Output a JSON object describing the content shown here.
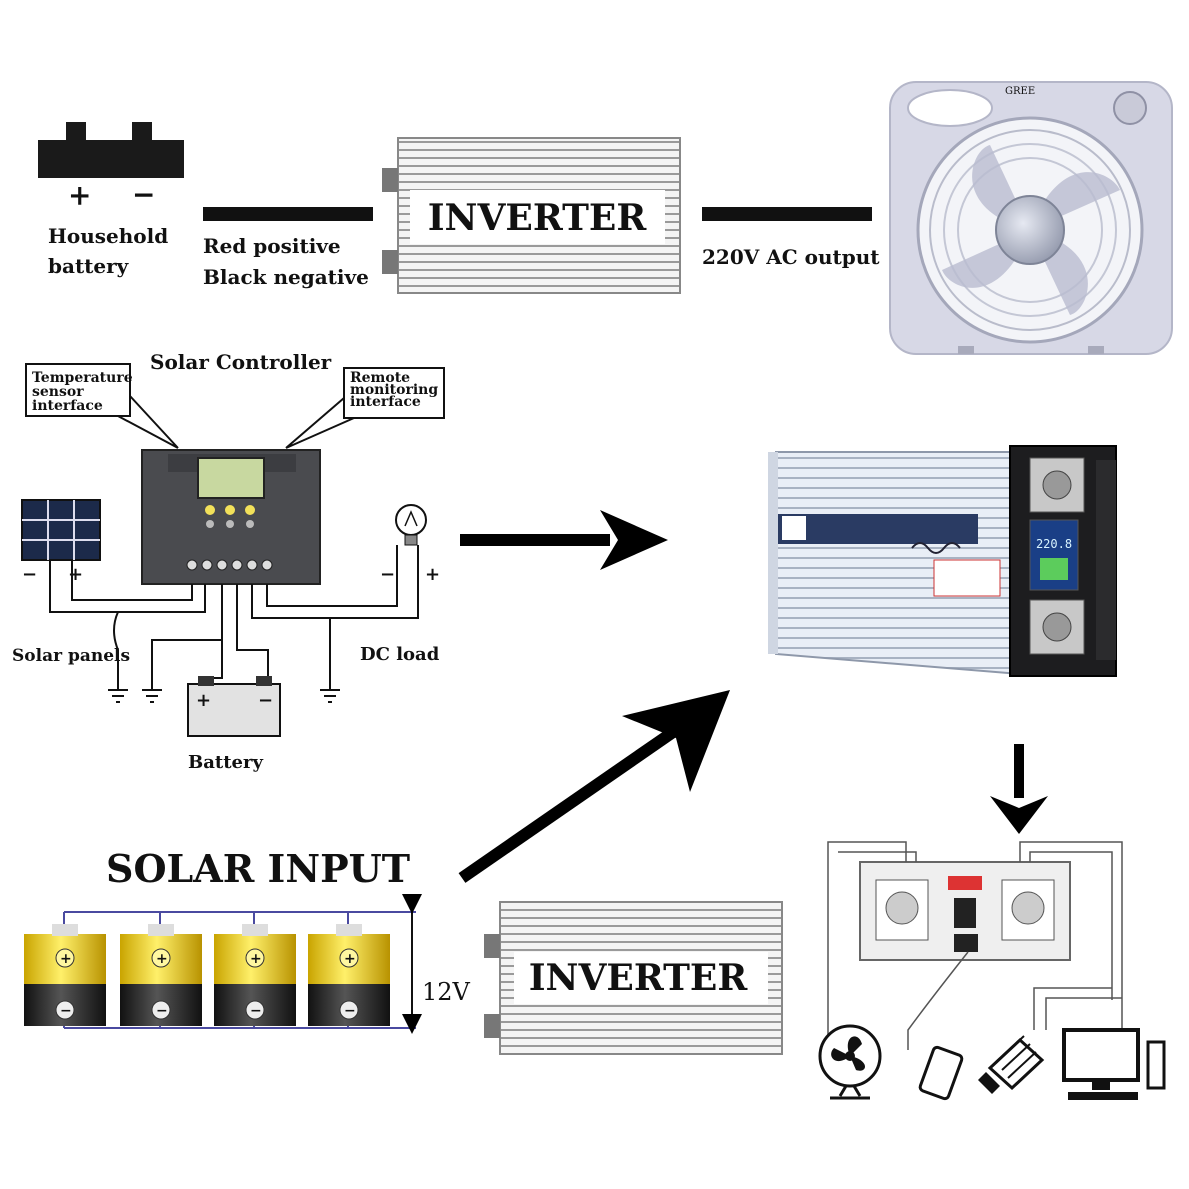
{
  "top_row": {
    "battery_plus": "+",
    "battery_minus": "−",
    "battery_label_1": "Household",
    "battery_label_2": "battery",
    "wire_label_1": "Red positive",
    "wire_label_2": "Black negative",
    "inverter_label": "INVERTER",
    "output_label": "220V AC output",
    "fan_brand": "GREE"
  },
  "controller": {
    "title": "Solar Controller",
    "callout_left_1": "Temperature",
    "callout_left_2": "sensor",
    "callout_left_3": "interface",
    "callout_right_1": "Remote",
    "callout_right_2": "monitoring",
    "callout_right_3": "interface",
    "solar_panels_label": "Solar panels",
    "dc_load_label": "DC load",
    "battery_label": "Battery",
    "panel_minus": "−",
    "panel_plus": "+",
    "load_minus": "−",
    "load_plus": "+",
    "battery_plus": "+",
    "battery_minus": "−"
  },
  "inverter_photo": {
    "display_value": "220.8"
  },
  "solar_input": {
    "title": "SOLAR INPUT",
    "voltage": "12V",
    "cell_plus": "+",
    "cell_minus": "−",
    "inverter_label": "INVERTER"
  }
}
